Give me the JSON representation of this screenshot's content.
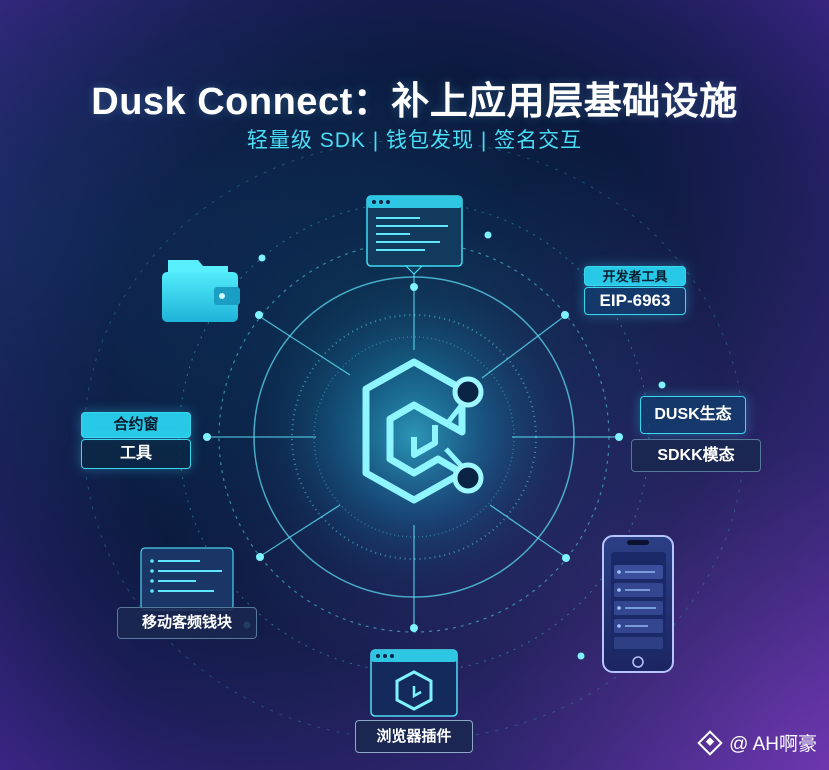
{
  "title": "Dusk Connect：补上应用层基础设施",
  "subtitle": "轻量级 SDK | 钱包发现 | 签名交互",
  "nodes": {
    "dev_tools": {
      "header": "开发者工具",
      "label": "EIP-6963"
    },
    "contract": {
      "header": "合约窗",
      "label": "工具"
    },
    "dusk": {
      "header": "DUSK生态",
      "label": "SDKK模态"
    },
    "mobile": {
      "label": "移动客频钱块"
    },
    "browser": {
      "label": "浏览器插件"
    }
  },
  "icons": {
    "center": "dusk-connect-logo-icon",
    "top": "code-window-icon",
    "wallet": "wallet-icon",
    "left_code": "code-window-icon",
    "browser": "browser-window-icon",
    "phone": "smartphone-icon"
  },
  "colors": {
    "accent": "#48dff6",
    "card_header": "#28c9e6",
    "background_dark": "#0b1a3e",
    "background_violet": "#6a3bb8"
  },
  "watermark": "@ AH啊豪"
}
